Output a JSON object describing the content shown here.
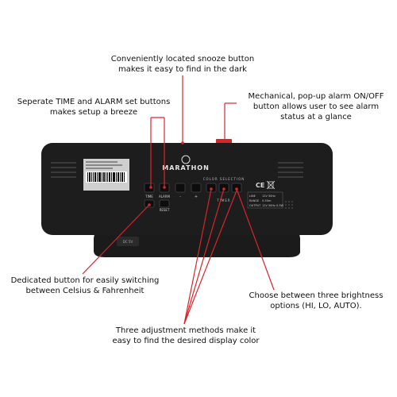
{
  "callouts": {
    "snooze": {
      "line1": "Conveniently located snooze button",
      "line2": "makes it easy to find in the dark"
    },
    "time_alarm": {
      "line1": "Seperate TIME and ALARM set buttons",
      "line2": "makes setup a breeze"
    },
    "popup_alarm": {
      "line1": "Mechanical, pop-up alarm ON/OFF",
      "line2": "button allows user to see alarm",
      "line3": "status at a glance"
    },
    "celsius": {
      "line1": "Dedicated button for easily switching",
      "line2": "between Celsius & Fahrenheit"
    },
    "brightness": {
      "line1": "Choose between three brightness",
      "line2": "options (HI, LO, AUTO)."
    },
    "adjustment": {
      "line1": "Three adjustment methods make it",
      "line2": "easy to find the desired display color"
    }
  },
  "device": {
    "brand": "MARATHON",
    "color_selection_label": "COLOR SELECTION",
    "timer_label": "TIMER",
    "time_label": "TIME",
    "alarm_label": "ALARM",
    "reset_label": "RESET",
    "minus_label": "-",
    "plus_label": "+",
    "ce_mark": "CE",
    "spec_rows": [
      [
        "LINE",
        "12V 50Hz"
      ],
      [
        "RANGE",
        "0-50m"
      ],
      [
        "OUTPUT",
        "12V 50Hz 0.5W"
      ]
    ]
  },
  "colors": {
    "device_body": "#1d1d1d",
    "popup_button": "#d9252a",
    "leader_line": "#d9252a"
  }
}
